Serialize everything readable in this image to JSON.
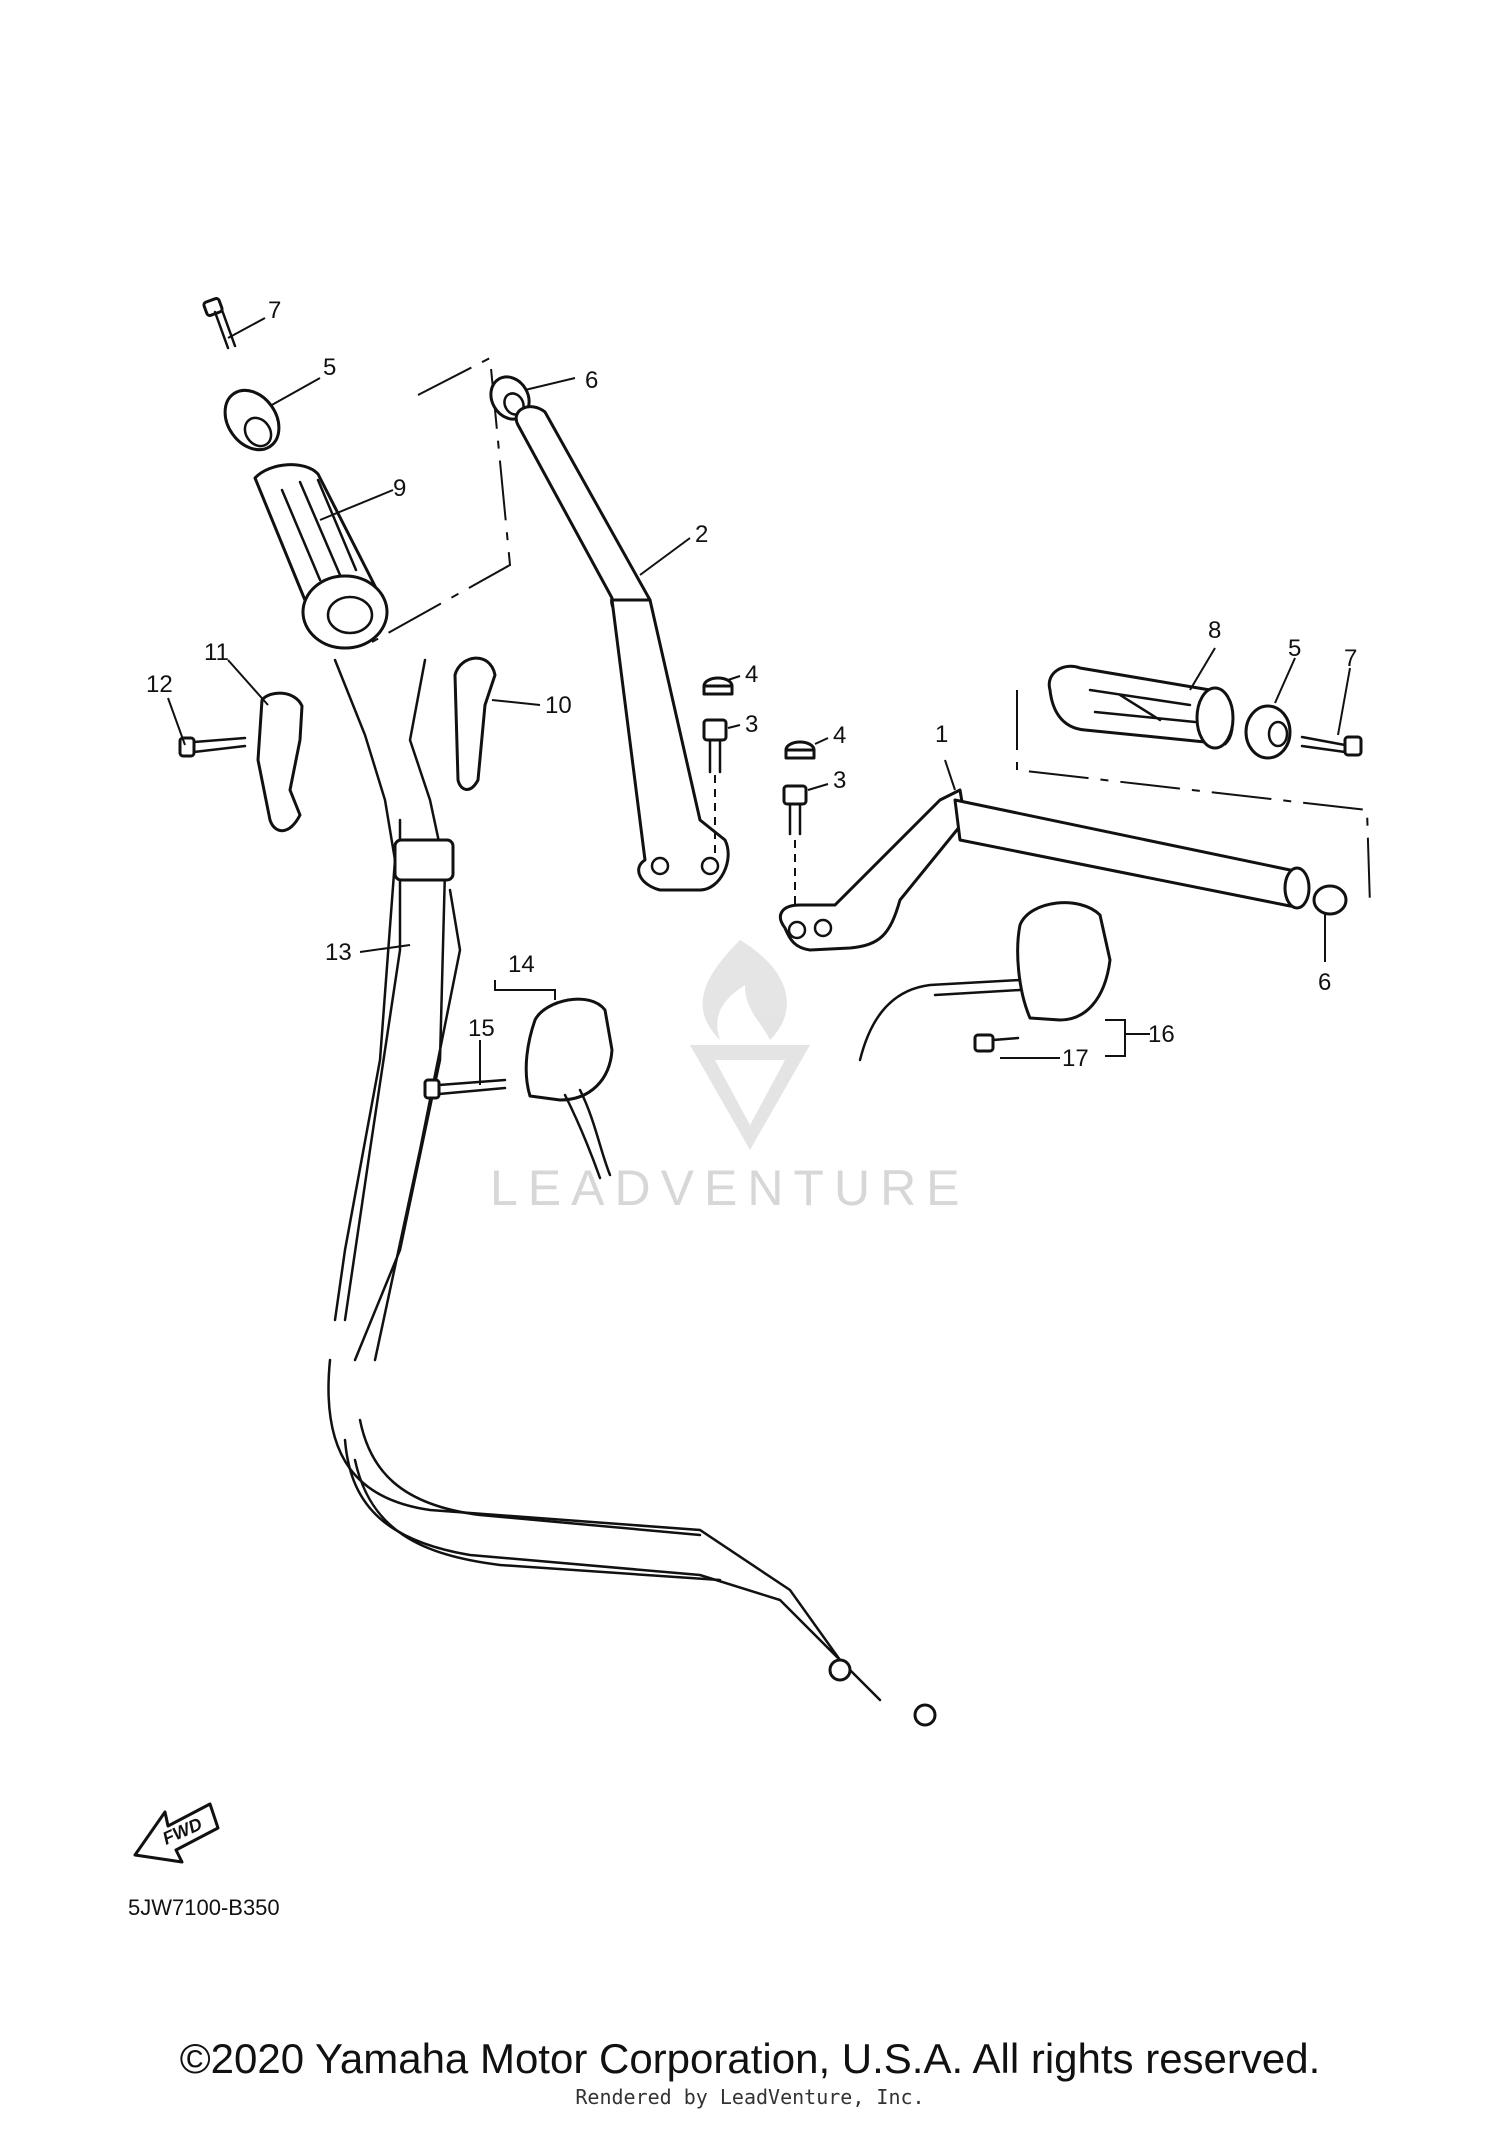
{
  "diagram": {
    "code": "5JW7100-B350",
    "fwd_label": "FWD",
    "watermark": "LEADVENTURE",
    "copyright": "©2020 Yamaha Motor Corporation, U.S.A. All rights reserved.",
    "rendered_by": "Rendered by LeadVenture, Inc."
  },
  "callouts": [
    "7",
    "5",
    "6",
    "9",
    "2",
    "11",
    "12",
    "10",
    "4",
    "3",
    "4",
    "3",
    "8",
    "5",
    "7",
    "1",
    "6",
    "13",
    "14",
    "15",
    "16",
    "17"
  ]
}
